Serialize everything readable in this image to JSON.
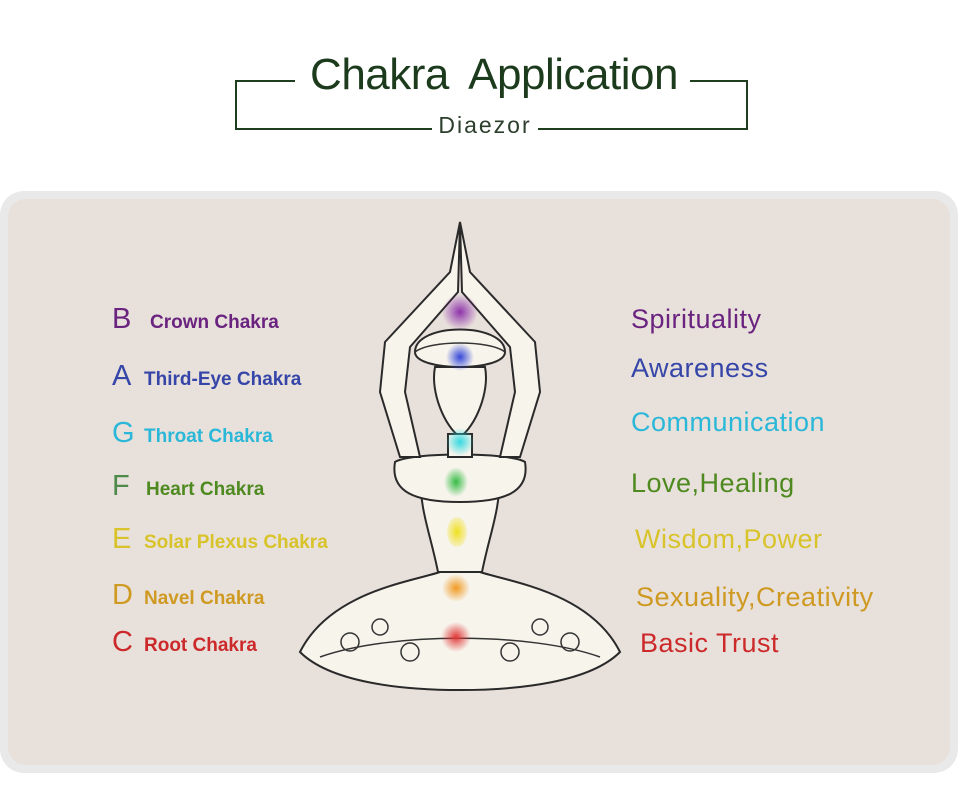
{
  "header": {
    "title": "Chakra  Application",
    "subtitle": "Diaezor"
  },
  "chakras": [
    {
      "letter": "B",
      "name": "Crown Chakra",
      "meaning": "Spirituality",
      "color": "#6a237f"
    },
    {
      "letter": "A",
      "name": "Third-Eye Chakra",
      "meaning": "Awareness",
      "color": "#3546a8"
    },
    {
      "letter": "G",
      "name": "Throat Chakra",
      "meaning": "Communication",
      "color": "#2bb8d8"
    },
    {
      "letter": "F",
      "name": "Heart Chakra",
      "meaning": "Love,Healing",
      "color": "#4e8a1f"
    },
    {
      "letter": "E",
      "name": "Solar Plexus Chakra",
      "meaning": "Wisdom,Power",
      "color": "#d8c42a"
    },
    {
      "letter": "D",
      "name": "Navel Chakra",
      "meaning": "Sexuality,Creativity",
      "color": "#cf9a22"
    },
    {
      "letter": "C",
      "name": "Root Chakra",
      "meaning": "Basic Trust",
      "color": "#cc2a2a"
    }
  ],
  "figure": {
    "label": "meditating figure with seven chakra points",
    "chakra_dot_colors": [
      "#8a2aa8",
      "#2a3ed8",
      "#2ad8e0",
      "#2ab83a",
      "#f0e020",
      "#f09a20",
      "#e03a3a"
    ]
  }
}
